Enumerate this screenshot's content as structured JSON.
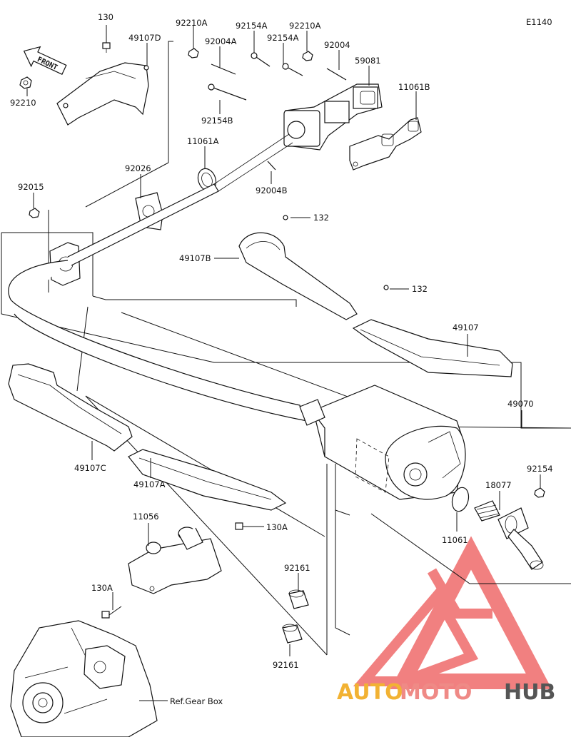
{
  "diagram_code": "E1140",
  "front_label": "FRONT",
  "ref_label": "Ref.Gear Box",
  "labels": {
    "p130_top": "130",
    "p49107D": "49107D",
    "p92210A_1": "92210A",
    "p92004A": "92004A",
    "p92154A_1": "92154A",
    "p92154A_2": "92154A",
    "p92210A_2": "92210A",
    "p92004": "92004",
    "p59081": "59081",
    "p11061B": "11061B",
    "p92210": "92210",
    "p92154B": "92154B",
    "p11061A": "11061A",
    "p92026": "92026",
    "p92004B": "92004B",
    "p92015": "92015",
    "p132_1": "132",
    "p49107B": "49107B",
    "p132_2": "132",
    "p49107": "49107",
    "p49070": "49070",
    "p92154": "92154",
    "p18077": "18077",
    "p49107C": "49107C",
    "p49107A": "49107A",
    "p11061": "11061",
    "p11056": "11056",
    "p130A_1": "130A",
    "p92161_1": "92161",
    "p130A_2": "130A",
    "p92161_2": "92161"
  },
  "watermark": {
    "auto": "AUTO",
    "moto": "MOTO",
    "hub": "HUB",
    "colors": {
      "auto": "#f2b233",
      "moto": "#ef8a86",
      "hub": "#555555",
      "logo": "#ef6b6b"
    }
  }
}
